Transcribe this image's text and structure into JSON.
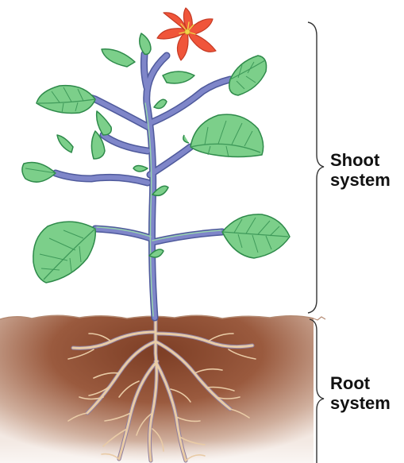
{
  "labels": {
    "shoot": {
      "line1": "Shoot",
      "line2": "system"
    },
    "root": {
      "line1": "Root",
      "line2": "system"
    }
  },
  "colors": {
    "leaf_fill": "#7ccf8a",
    "leaf_outline": "#2e8a4a",
    "stem": "#7b7fc4",
    "stem_outline": "#4f5a9c",
    "flower": "#f0553a",
    "flower_center": "#f2d64a",
    "soil_dark": "#8a4a30",
    "soil_light": "#d8c0b0",
    "root": "#e8c9a6",
    "bracket": "#333333"
  },
  "icons": {
    "flower": "flower-icon",
    "bracket": "curly-bracket"
  }
}
